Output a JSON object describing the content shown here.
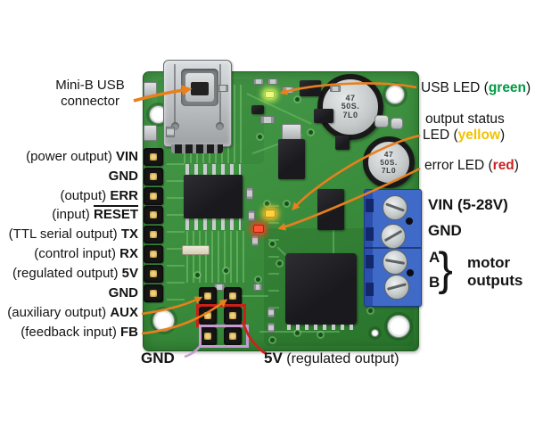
{
  "figure": {
    "title": "motor controller pinout diagram",
    "usb_connector_label": {
      "line1": "Mini-B USB",
      "line2": "connector"
    },
    "left_pins": [
      {
        "desc": "(power output)",
        "name": "VIN"
      },
      {
        "desc": "",
        "name": "GND"
      },
      {
        "desc": "(output)",
        "name": "ERR"
      },
      {
        "desc": "(input)",
        "name": "RESET"
      },
      {
        "desc": "(TTL serial output)",
        "name": "TX"
      },
      {
        "desc": "(control input)",
        "name": "RX"
      },
      {
        "desc": "(regulated output)",
        "name": "5V"
      },
      {
        "desc": "",
        "name": "GND"
      },
      {
        "desc": "(auxiliary output)",
        "name": "AUX"
      },
      {
        "desc": "(feedback input)",
        "name": "FB"
      }
    ],
    "right_labels": {
      "usb_led": {
        "pre": "USB LED (",
        "word": "green",
        "post": ")"
      },
      "status_led": {
        "line1": "output status",
        "pre": "LED (",
        "word": "yellow",
        "post": ")"
      },
      "error_led": {
        "pre": "error LED (",
        "word": "red",
        "post": ")"
      },
      "vin": "VIN (5-28V)",
      "gnd": "GND",
      "motor_a": "A",
      "motor_b": "B",
      "brace": "}",
      "motor_word1": "motor",
      "motor_word2": "outputs"
    },
    "bottom_labels": {
      "gnd": "GND",
      "v5": "5V",
      "v5_rest": " (regulated output)"
    },
    "board": {
      "capacitor_marking": [
        "47",
        "50S.",
        "7L0"
      ]
    },
    "colors": {
      "green_word": "#009a44",
      "yellow_word": "#f2c200",
      "red_word": "#cc2222",
      "annotation_orange": "#e8801e",
      "line_5v_red": "#c4281c",
      "line_gnd_violet": "#c79bd2",
      "pcb_green": "#3c8f3e",
      "terminal_blue": "#3f6ac8"
    }
  }
}
